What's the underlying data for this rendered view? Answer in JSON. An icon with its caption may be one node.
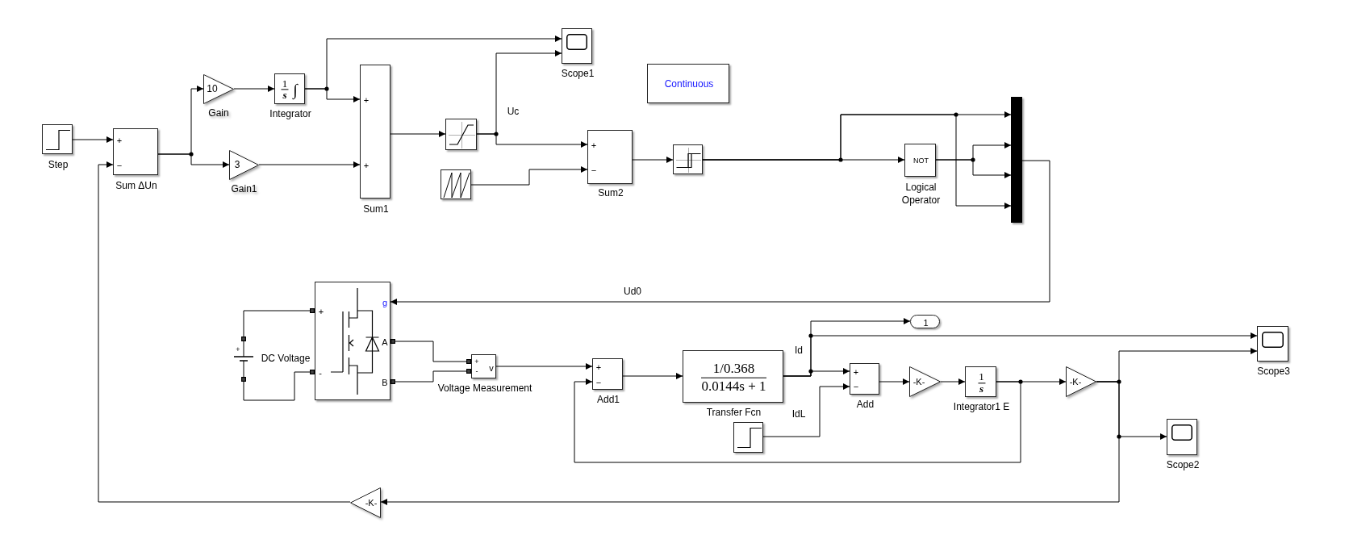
{
  "diagram": {
    "nodes": [
      {
        "text": [
          "Step"
        ]
      },
      {
        "text": [
          "+",
          "−",
          "Sum ΔUn"
        ]
      },
      {
        "text": [
          "10",
          "Gain"
        ]
      },
      {
        "text": [
          "1",
          "s",
          "∫",
          "Integrator"
        ]
      },
      {
        "text": [
          "3",
          "Gain1"
        ]
      },
      {
        "text": [
          "+",
          "+",
          "Sum1"
        ]
      },
      {
        "text": [
          "Scope1"
        ]
      },
      {
        "text": [],
        "shape": "box"
      },
      {
        "text": [
          "Continuous"
        ]
      },
      {
        "text": [],
        "shape": "box"
      },
      {
        "text": [
          "+",
          "−",
          "Sum2"
        ]
      },
      {
        "text": [],
        "shape": "box"
      },
      {
        "text": [
          "NOT",
          "Logical Operator"
        ]
      },
      {
        "text": [],
        "shape": "bar"
      },
      {
        "text": [
          "+",
          "DC Voltage"
        ]
      },
      {
        "text": [
          "+",
          "-",
          "g",
          "A",
          "B"
        ]
      },
      {
        "text": [
          "+",
          "-",
          "v",
          "Voltage Measurement"
        ]
      },
      {
        "text": [
          "+",
          "−",
          "Add1"
        ]
      },
      {
        "text": [
          "1/0.368",
          "0.0144s + 1",
          "Transfer Fcn"
        ]
      },
      {
        "text": [
          "1"
        ]
      },
      {
        "text": [
          "+",
          "−",
          "Add"
        ]
      },
      {
        "text": [],
        "shape": "box"
      },
      {
        "text": [
          "-K-"
        ]
      },
      {
        "text": [
          "1",
          "s",
          "Integrator1 E"
        ]
      },
      {
        "text": [
          "-K-"
        ]
      },
      {
        "text": [
          "Scope3"
        ]
      },
      {
        "text": [
          "Scope2"
        ]
      },
      {
        "text": [
          "-K-"
        ]
      }
    ],
    "edges": [
      {
        "from": 0,
        "to": 1,
        "arrow": "to"
      },
      {
        "from": 1,
        "to": 2,
        "arrow": "to"
      },
      {
        "from": 1,
        "to": 4,
        "arrow": "to"
      },
      {
        "from": 2,
        "to": 3,
        "arrow": "to"
      },
      {
        "from": 3,
        "to": 6,
        "arrow": "to"
      },
      {
        "from": 3,
        "to": 5,
        "arrow": "to"
      },
      {
        "from": 4,
        "to": 5,
        "arrow": "to"
      },
      {
        "from": 5,
        "to": 7,
        "arrow": "to"
      },
      {
        "from": 7,
        "to": 6,
        "arrow": "to",
        "label": "Uc"
      },
      {
        "from": 7,
        "to": 10,
        "arrow": "to"
      },
      {
        "from": 9,
        "to": 10,
        "arrow": "to"
      },
      {
        "from": 10,
        "to": 11,
        "arrow": "to"
      },
      {
        "from": 11,
        "to": 13,
        "arrow": "to"
      },
      {
        "from": 11,
        "to": 13,
        "arrow": "to"
      },
      {
        "from": 11,
        "to": 12,
        "arrow": "to"
      },
      {
        "from": 12,
        "to": 13,
        "arrow": "to"
      },
      {
        "from": 12,
        "to": 13,
        "arrow": "to"
      },
      {
        "from": 13,
        "to": 15,
        "arrow": "to",
        "label": "Ud0"
      },
      {
        "from": 14,
        "to": 15,
        "arrow": "other"
      },
      {
        "from": 14,
        "to": 15,
        "arrow": "other"
      },
      {
        "from": 15,
        "to": 16,
        "arrow": "other"
      },
      {
        "from": 15,
        "to": 16,
        "arrow": "other"
      },
      {
        "from": 16,
        "to": 17,
        "arrow": "to"
      },
      {
        "from": 17,
        "to": 18,
        "arrow": "to"
      },
      {
        "from": 18,
        "to": 19,
        "arrow": "to",
        "label": "Id"
      },
      {
        "from": 18,
        "to": 25,
        "arrow": "to"
      },
      {
        "from": 18,
        "to": 20,
        "arrow": "to"
      },
      {
        "from": 21,
        "to": 20,
        "arrow": "to",
        "label": "IdL"
      },
      {
        "from": 20,
        "to": 22,
        "arrow": "to"
      },
      {
        "from": 22,
        "to": 23,
        "arrow": "to"
      },
      {
        "from": 23,
        "to": 24,
        "arrow": "to"
      },
      {
        "from": 23,
        "to": 17,
        "arrow": "to"
      },
      {
        "from": 24,
        "to": 25,
        "arrow": "to"
      },
      {
        "from": 24,
        "to": 26,
        "arrow": "to"
      },
      {
        "from": 24,
        "to": 27,
        "arrow": "to"
      },
      {
        "from": 27,
        "to": 1,
        "arrow": "to"
      }
    ]
  }
}
